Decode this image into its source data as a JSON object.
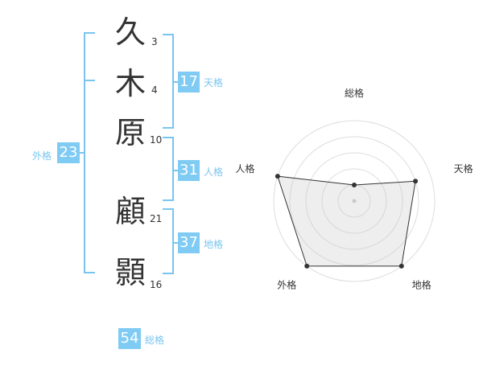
{
  "name": {
    "chars": [
      {
        "char": "久",
        "strokes": "3"
      },
      {
        "char": "木",
        "strokes": "4"
      },
      {
        "char": "原",
        "strokes": "10"
      },
      {
        "char": "顧",
        "strokes": "21"
      },
      {
        "char": "顥",
        "strokes": "16"
      }
    ]
  },
  "fortunes": {
    "tenkaku": {
      "value": "17",
      "label": "天格"
    },
    "jinkaku": {
      "value": "31",
      "label": "人格"
    },
    "chikaku": {
      "value": "37",
      "label": "地格"
    },
    "gaikaku": {
      "value": "23",
      "label": "外格"
    },
    "soukaku": {
      "value": "54",
      "label": "総格"
    }
  },
  "colors": {
    "accent": "#7fcbf4",
    "text": "#333333"
  },
  "chart_data": {
    "type": "radar",
    "axes": [
      "総格",
      "天格",
      "地格",
      "外格",
      "人格"
    ],
    "levels": 5,
    "max": 5,
    "values": [
      1,
      4,
      5,
      5,
      5
    ]
  }
}
